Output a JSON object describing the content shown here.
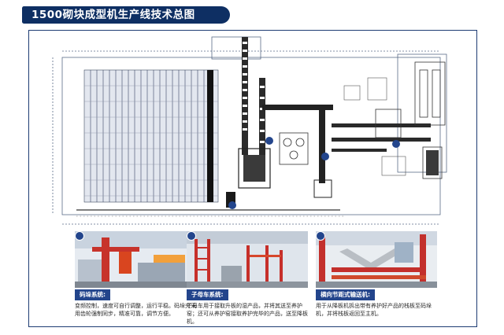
{
  "page": {
    "title": "1500砌块成型机生产线技术总图"
  },
  "colors": {
    "title_bg": "#0e2f63",
    "badge": "#23458c",
    "frame": "#1d3b73",
    "drawing_line": "#4a5a7a"
  },
  "sections": [
    {
      "label": "码垛系统:",
      "desc": "变频控制，速度可自行调整，运行平稳。码垛夹采用齿轮强制同步，精准可靠，调节方便。",
      "photo_icon": "stacker-photo"
    },
    {
      "label": "子母车系统:",
      "desc": "子母车用于接取升板的湿产品，并将其送至养护窑；还可从养护窑接取养护完毕的产品，送至降板机。",
      "photo_icon": "ferry-car-photo"
    },
    {
      "label": "横向节距式输送机:",
      "desc": "用于从降板机拆出带有养护好产品的栈板至码垛机，并将栈板返回至主机。",
      "photo_icon": "conveyor-photo"
    }
  ]
}
